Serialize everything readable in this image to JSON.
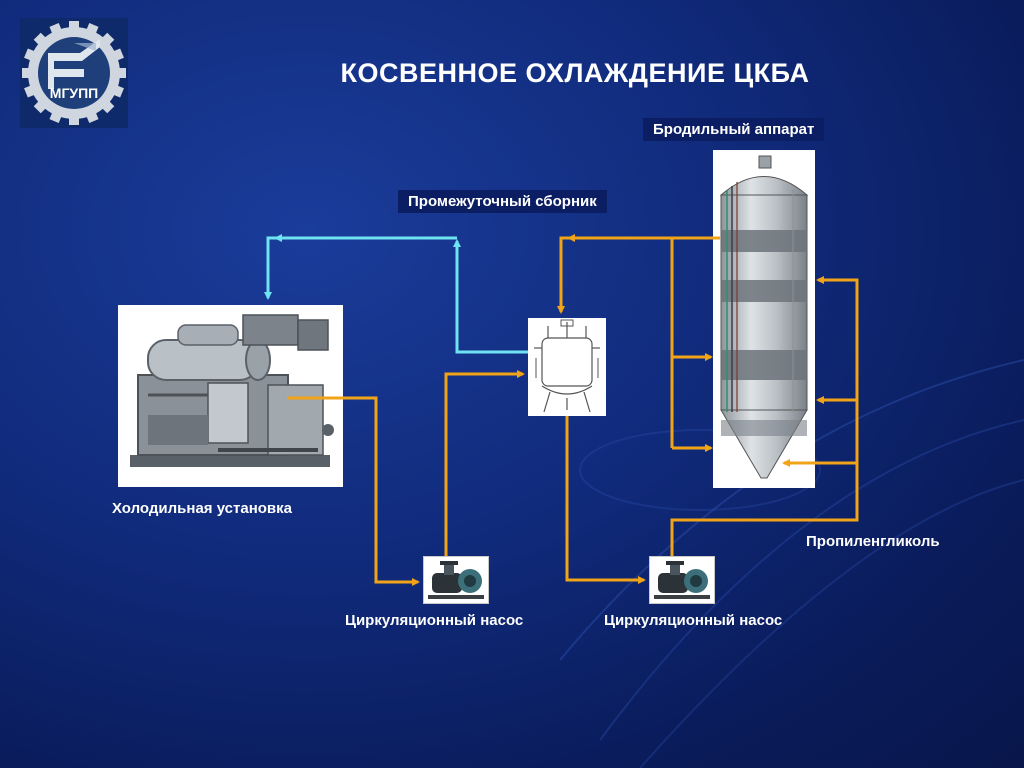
{
  "title": "КОСВЕННОЕ ОХЛАЖДЕНИЕ ЦКБА",
  "logo": {
    "text": "МГУПП"
  },
  "labels": {
    "fermenter": "Бродильный аппарат",
    "collector": "Промежуточный сборник",
    "chiller": "Холодильная установка",
    "glycol": "Пропиленгликоль",
    "pump1": "Циркуляционный насос",
    "pump2": "Циркуляционный насос"
  },
  "colors": {
    "cold_line": "#6fe3f2",
    "warm_line": "#f2a418",
    "background": "#102a7a"
  },
  "icons": [
    "mgupp-logo-icon",
    "chiller-image",
    "collector-vessel-image",
    "fermenter-tank-image",
    "pump-icon"
  ]
}
